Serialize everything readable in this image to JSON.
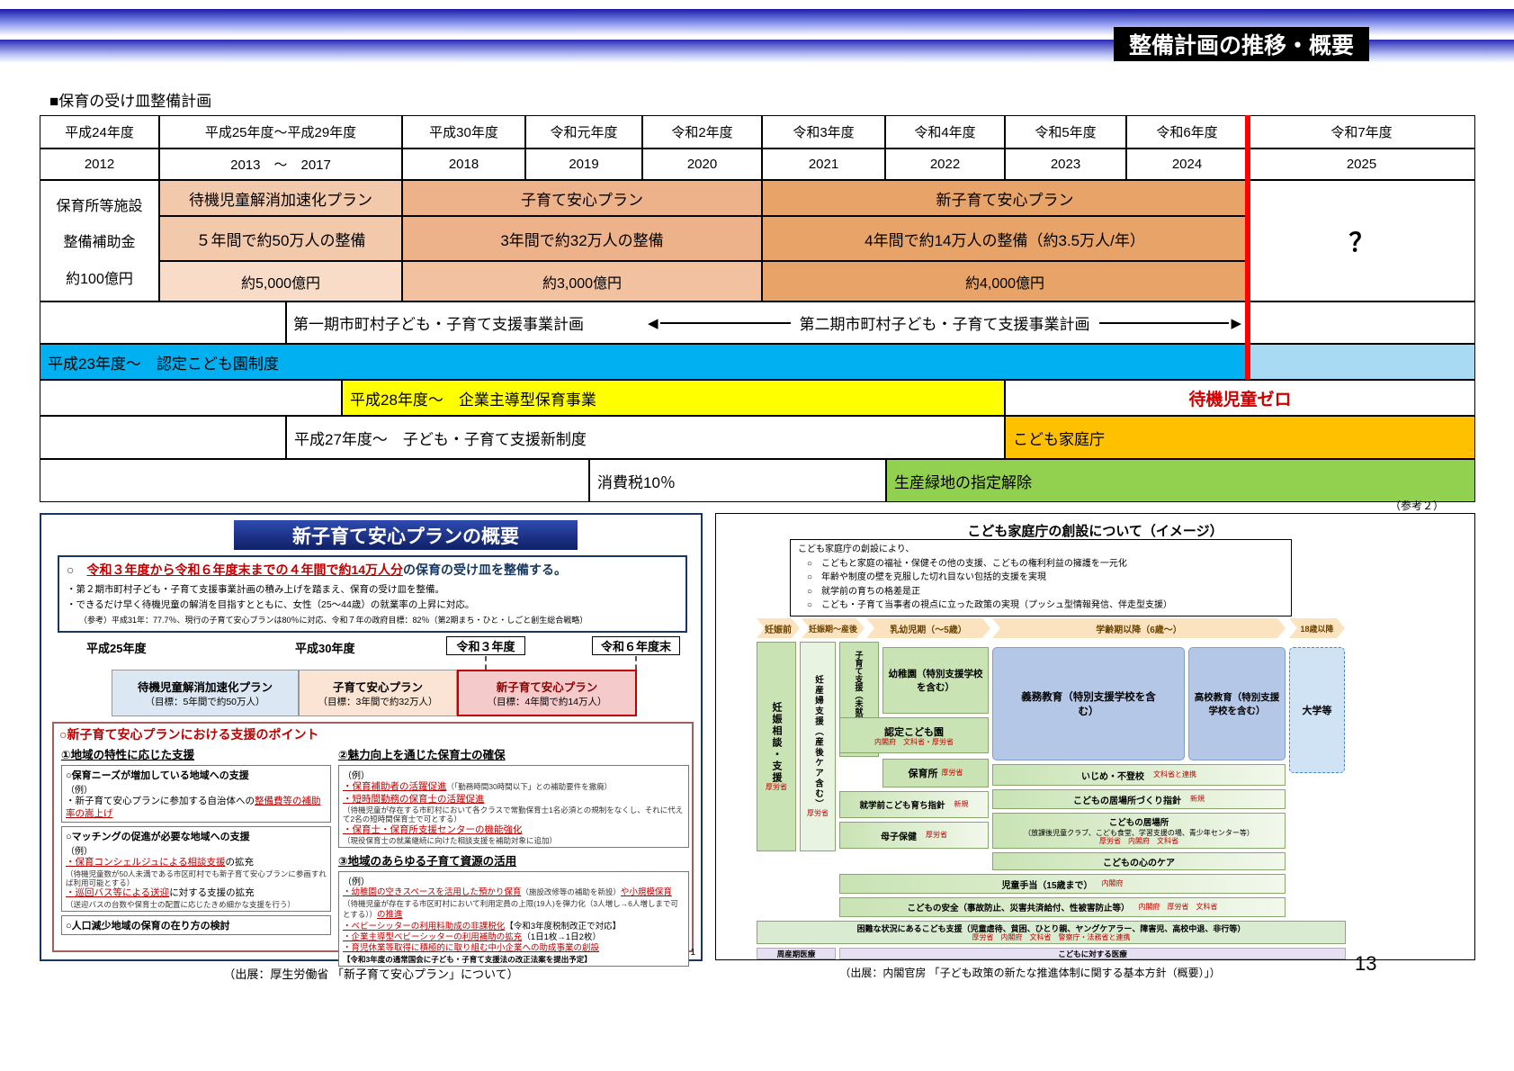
{
  "header": {
    "title": "整備計画の推移・概要",
    "section_label": "■保育の受け皿整備計画"
  },
  "timeline": {
    "eras": [
      "平成24年度",
      "平成25年度～平成29年度",
      "平成30年度",
      "令和元年度",
      "令和2年度",
      "令和3年度",
      "令和4年度",
      "令和5年度",
      "令和6年度",
      "令和7年度"
    ],
    "years": [
      "2012",
      "2013　～　2017",
      "2018",
      "2019",
      "2020",
      "2021",
      "2022",
      "2023",
      "2024",
      "2025"
    ],
    "subsidy": [
      "保育所等施設",
      "整備補助金",
      "約100億円"
    ],
    "plans": [
      {
        "name": "待機児童解消加速化プラン",
        "detail": "５年間で約50万人の整備",
        "amount": "約5,000億円"
      },
      {
        "name": "子育て安心プラン",
        "detail": "3年間で約32万人の整備",
        "amount": "約3,000億円"
      },
      {
        "name": "新子育て安心プラン",
        "detail": "4年間で約14万人の整備（約3.5万人/年）",
        "amount": "約4,000億円"
      }
    ],
    "unknown": "？",
    "period1": "第一期市町村子ども・子育て支援事業計画",
    "period2": "第二期市町村子ども・子育て支援事業計画",
    "nintei_kodomoen": "平成23年度～　認定こども園制度",
    "kigyo_shudo": "平成28年度～　企業主導型保育事業",
    "taiki_zero": "待機児童ゼロ",
    "shien_shinseido": "平成27年度～　子ども・子育て支援新制度",
    "kodomo_kateicho": "こども家庭庁",
    "shohizei": "消費税10％",
    "seisan_ryokuchi": "生産緑地の指定解除"
  },
  "left_panel": {
    "title": "新子育て安心プランの概要",
    "goal_mark": "○　",
    "goal_red": "令和３年度から令和６年度末までの４年間で約14万人分",
    "goal_rest": "の保育の受け皿を整備する。",
    "bullets": [
      "・第２期市町村子ども・子育て支援事業計画の積み上げを踏まえ、保育の受け皿を整備。",
      "・できるだけ早く待機児童の解消を目指すとともに、女性（25～44歳）の就業率の上昇に対応。",
      "（参考）平成31年：77.7％、現行の子育て安心プランは80％に対応、令和７年の政府目標：82％（第2期まち・ひと・しごと創生総合戦略）"
    ],
    "years": [
      "平成25年度",
      "平成30年度",
      "令和３年度",
      "令和６年度末"
    ],
    "plan_boxes": [
      {
        "name": "待機児童解消加速化プラン",
        "target": "（目標：5年間で約50万人）"
      },
      {
        "name": "子育て安心プラン",
        "target": "（目標：3年間で約32万人）"
      },
      {
        "name": "新子育て安心プラン",
        "target": "（目標：4年間で約14万人）"
      }
    ],
    "points_title": "○新子育て安心プランにおける支援のポイント",
    "p1_title": "①地域の特性に応じた支援",
    "p1b1_title": "○保育ニーズが増加している地域への支援",
    "p1b1_ex": "（例）",
    "p1b1_item_pre": "・新子育て安心プランに参加する自治体への",
    "p1b1_item_red": "整備費等の補助率の嵩上げ",
    "p1b2_title": "○マッチングの促進が必要な地域への支援",
    "p1b2_ex": "（例）",
    "p1b2_item1_red": "・保育コンシェルジュによる相談支援",
    "p1b2_item1_tail": "の拡充",
    "p1b2_note1": "（待機児童数が50人未満である市区町村でも新子育て安心プランに参画すれば利用可能とする）",
    "p1b2_item2_red": "・巡回バス等による送迎",
    "p1b2_item2_tail": "に対する支援の拡充",
    "p1b2_note2": "（送迎バスの台数や保育士の配置に応じたきめ細かな支援を行う）",
    "p1b3_title": "○人口減少地域の保育の在り方の検討",
    "p2_title": "②魅力向上を通じた保育士の確保",
    "p2_ex": "（例）",
    "p2_item1_red": "・保育補助者の活躍促進",
    "p2_item1_note": "（「勤務時間30時間以下」との補助要件を撤廃）",
    "p2_item2_red": "・短時間勤務の保育士の活躍促進",
    "p2_item2_note": "（待機児童が存在する市町村において各クラスで常勤保育士1名必須との規制をなくし、それに代えて2名の短時間保育士で可とする）",
    "p2_item3_red": "・保育士・保育所支援センターの機能強化",
    "p2_item3_note": "（現役保育士の就業継続に向けた相談支援を補助対象に追加）",
    "p3_title": "③地域のあらゆる子育て資源の活用",
    "p3_ex": "（例）",
    "p3_item1_seg1": "・幼稚園の空きスペースを活用した預かり保育",
    "p3_item1_seg2": "（施設改修等の補助を新設）",
    "p3_item1_seg3": "や小規模保育",
    "p3_item1_seg4": "（待機児童が存在する市区町村において利用定員の上限(19人)を弾力化（3人増し→6人増しまで可とする））",
    "p3_item1_seg5": "の推進",
    "p3_item2_red": "・ベビーシッターの利用料助成の非課税化",
    "p3_item2_tail": "【令和3年度税制改正で対応】",
    "p3_item3_red": "・企業主導型ベビーシッターの利用補助の拡充",
    "p3_item3_tail": "（1日1枚→1日2枚）",
    "p3_item4_red": "・育児休業等取得に積極的に取り組む中小企業への助成事業の創設",
    "p3_note": "【令和3年度の通常国会に子ども・子育て支援法の改正法案を提出予定】",
    "corner_number": "1"
  },
  "right_panel": {
    "ref": "（参考２）",
    "title": "こども家庭庁の創設について（イメージ）",
    "intro_title": "こども家庭庁の創設により、",
    "intro": [
      "○　こどもと家庭の福祉・保健その他の支援、こどもの権利利益の擁護を一元化",
      "○　年齢や制度の壁を克服した切れ目ない包括的支援を実現",
      "○　就学前の育ちの格差是正",
      "○　こども・子育て当事者の視点に立った政策の実現（プッシュ型情報発信、伴走型支援）"
    ],
    "stages": [
      "妊娠前",
      "妊娠期～産後",
      "乳幼児期（～5歳）",
      "学齢期以降（6歳～）",
      "18歳以降"
    ],
    "ninshin_soudan": "妊娠相談・支援",
    "ninsanpu": "妊産婦支援（産後ケア含む）",
    "kosodate_mishuen": "子育て支援（未就園児）",
    "yochien": "幼稚園（特別支援学校を含む）",
    "nintei": "認定こども園",
    "nintei_min": "内閣府　文科省・厚労省",
    "hoikusho": "保育所",
    "shugakumae": "就学前こども育ち指針",
    "boshi": "母子保健",
    "gimu": "義務教育（特別支援学校を含む）",
    "koko": "高校教育（特別支援学校を含む）",
    "daigaku": "大学等",
    "ijime": "いじめ・不登校",
    "ijime_min": "文科省と連携",
    "ibasho_shishin": "こどもの居場所づくり指針",
    "ibasho": "こどもの居場所",
    "ibasho_sub": "（放課後児童クラブ、こども食堂、学習支援の場、青少年センター等）",
    "ibasho_min": "厚労省　内閣府　文科省",
    "kokoro": "こどもの心のケア",
    "teate": "児童手当（15歳まで）",
    "teate_min": "内閣府",
    "anzen": "こどもの安全（事故防止、災害共済給付、性被害防止等）",
    "anzen_min": "内閣府　厚労省　文科省",
    "konnan": "困難な状況にあるこども支援（児童虐待、貧困、ひとり親、ヤングケアラー、障害児、高校中退、非行等）",
    "konnan_min": "厚労省　内閣府　文科省　警察庁・法務省と連携",
    "shusanki": "周産期医療",
    "iryo": "こどもに対する医療",
    "kourou": "厚労省",
    "shinki": "新規"
  },
  "footer": {
    "source_left": "（出展：厚生労働省 「新子育て安心プラン」について）",
    "source_right": "（出展：内閣官房 「子ども政策の新たな推進体制に関する基本方針（概要）」）",
    "page": "13"
  }
}
